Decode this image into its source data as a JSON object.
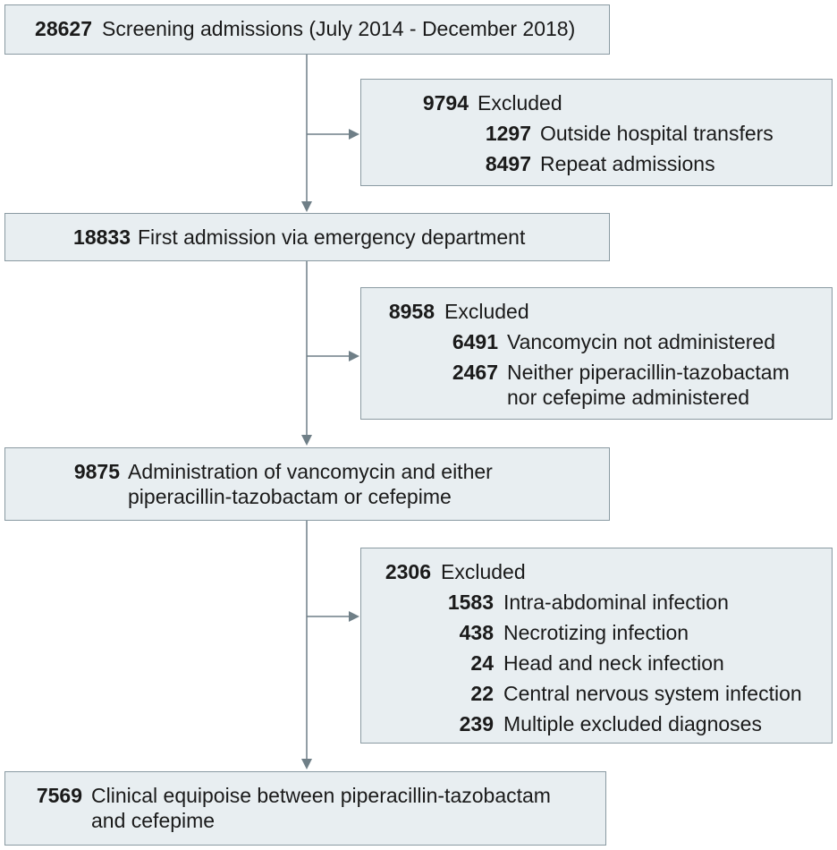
{
  "nodes": {
    "screening": {
      "count": "28627",
      "lines": [
        "Screening admissions (July 2014 - December 2018)"
      ]
    },
    "excluded1": {
      "count": "9794",
      "label": "Excluded",
      "items": [
        {
          "count": "1297",
          "lines": [
            "Outside hospital transfers"
          ]
        },
        {
          "count": "8497",
          "lines": [
            "Repeat admissions"
          ]
        }
      ]
    },
    "first_admission": {
      "count": "18833",
      "lines": [
        "First admission via emergency department"
      ]
    },
    "excluded2": {
      "count": "8958",
      "label": "Excluded",
      "items": [
        {
          "count": "6491",
          "lines": [
            "Vancomycin not administered"
          ]
        },
        {
          "count": "2467",
          "lines": [
            "Neither piperacillin-tazobactam",
            "nor cefepime administered"
          ]
        }
      ]
    },
    "administration": {
      "count": "9875",
      "lines": [
        "Administration of vancomycin and either",
        "piperacillin-tazobactam or cefepime"
      ]
    },
    "excluded3": {
      "count": "2306",
      "label": "Excluded",
      "items": [
        {
          "count": "1583",
          "lines": [
            "Intra-abdominal infection"
          ]
        },
        {
          "count": "438",
          "lines": [
            "Necrotizing infection"
          ]
        },
        {
          "count": "24",
          "lines": [
            "Head and neck infection"
          ]
        },
        {
          "count": "22",
          "lines": [
            "Central nervous system infection"
          ]
        },
        {
          "count": "239",
          "lines": [
            "Multiple excluded diagnoses"
          ]
        }
      ]
    },
    "equipoise": {
      "count": "7569",
      "lines": [
        "Clinical equipoise between piperacillin-tazobactam",
        "and cefepime"
      ]
    }
  }
}
